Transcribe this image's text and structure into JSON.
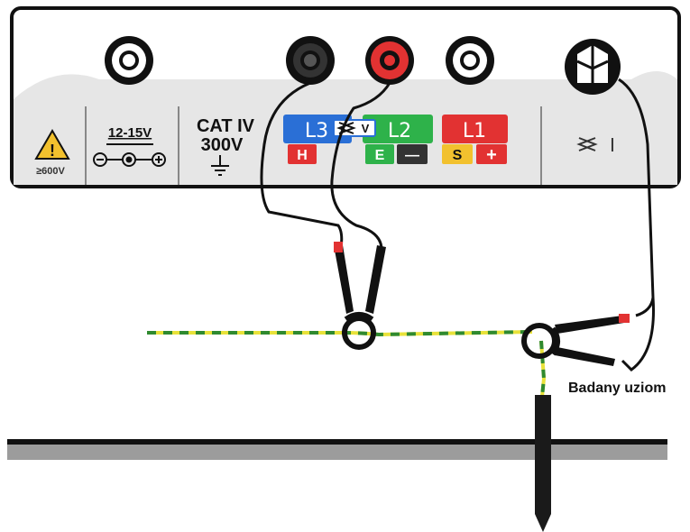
{
  "meter_panel": {
    "warning_voltage": "≥600V",
    "dc_input": "12-15V",
    "category": "CAT IV",
    "category_voltage": "300V",
    "terminals": {
      "l3": "L3",
      "l2": "L2",
      "l1": "L1",
      "clamp_v": "V",
      "h": "H",
      "e": "E",
      "minus": "—",
      "s": "S",
      "plus": "+",
      "clamp_current": "I"
    }
  },
  "labels": {
    "electrode": "Badany uziom"
  },
  "colors": {
    "panel": "#e6e6e6",
    "l3_blue": "#2a6fd6",
    "l2_green": "#2eb24a",
    "l1_red": "#e23232",
    "s_yellow": "#f2c12e",
    "wire_yellow": "#e8e23a",
    "wire_green": "#2f8a2f",
    "ground": "#9c9c9c"
  },
  "icons": [
    "warning-triangle-icon",
    "dc-polarity-icon",
    "ground-symbol-icon",
    "clamp-symbol-icon",
    "clamp-socket-icon"
  ]
}
